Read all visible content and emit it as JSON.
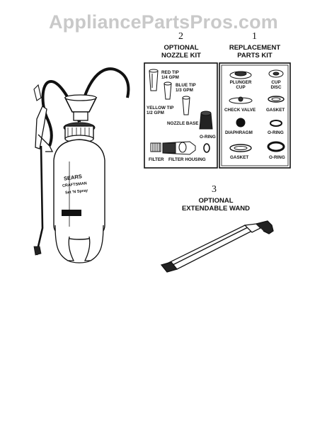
{
  "watermark": "AppliancePartsPros.com",
  "sprayer": {
    "brand_line1": "SEARS",
    "brand_line2": "CRAFTSMAN",
    "brand_line3": "Set 'N Spray"
  },
  "nozzle_kit": {
    "number": "2",
    "title_line1": "OPTIONAL",
    "title_line2": "NOZZLE KIT",
    "red_tip": "RED TIP",
    "red_rate": "1/4 GPM",
    "blue_tip": "BLUE TIP",
    "blue_rate": "1/3 GPM",
    "yellow_tip": "YELLOW TIP",
    "yellow_rate": "1/2 GPM",
    "nozzle_base": "NOZZLE BASE",
    "o_ring": "O-RING",
    "filter": "FILTER",
    "filter_housing": "FILTER HOUSING"
  },
  "parts_kit": {
    "number": "1",
    "title_line1": "REPLACEMENT",
    "title_line2": "PARTS KIT",
    "plunger_cup_1": "PLUNGER",
    "plunger_cup_2": "CUP",
    "cup_disc_1": "CUP",
    "cup_disc_2": "DISC",
    "check_valve": "CHECK VALVE",
    "gasket_top": "GASKET",
    "diaphragm": "DIAPHRAGM",
    "o_ring_mid": "O-RING",
    "gasket_bottom": "GASKET",
    "o_ring_bottom": "O-RING"
  },
  "wand": {
    "number": "3",
    "title_line1": "OPTIONAL",
    "title_line2": "EXTENDABLE WAND"
  }
}
